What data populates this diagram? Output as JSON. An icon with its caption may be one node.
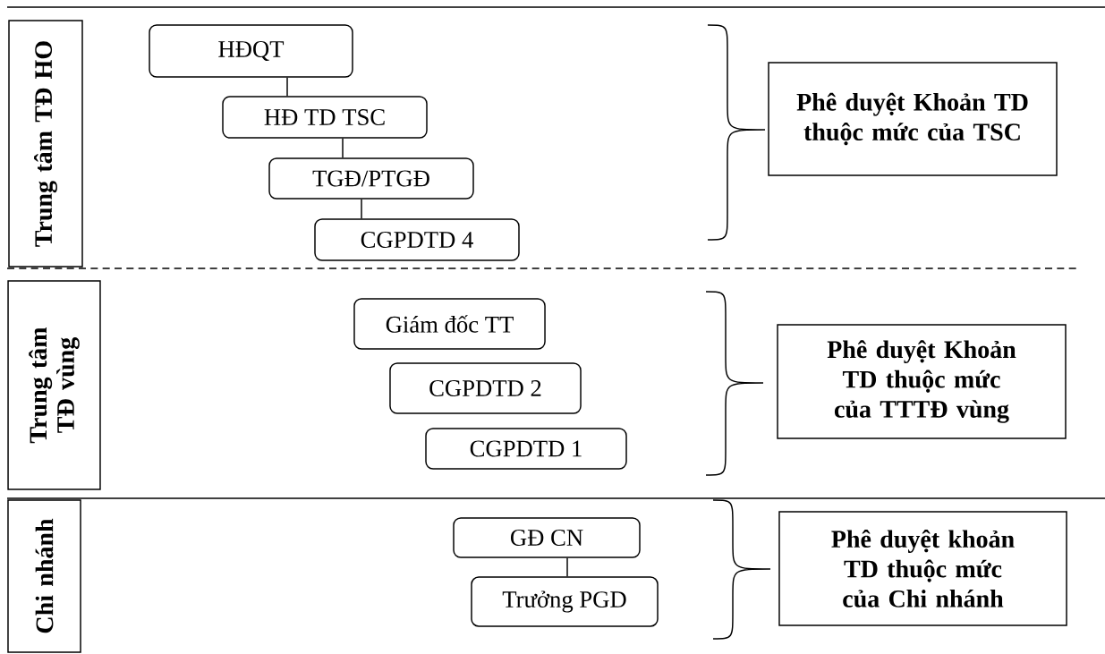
{
  "diagram": {
    "nodes": [
      {
        "text": [
          "Trung tâm TĐ HO"
        ]
      },
      {
        "text": [
          "HĐQT"
        ]
      },
      {
        "text": [
          "HĐ TD TSC"
        ]
      },
      {
        "text": [
          "TGĐ/PTGĐ"
        ]
      },
      {
        "text": [
          "CGPDTD 4"
        ]
      },
      {
        "text": [
          "Phê duyệt Khoản TD thuộc mức của TSC"
        ]
      },
      {
        "text": [
          "Trung tâm TĐ vùng"
        ]
      },
      {
        "text": [
          "Giám đốc TT"
        ]
      },
      {
        "text": [
          "CGPDTD 2"
        ]
      },
      {
        "text": [
          "CGPDTD 1"
        ]
      },
      {
        "text": [
          "Phê duyệt Khoản TD thuộc mức của TTTĐ vùng"
        ]
      },
      {
        "text": [
          "Chi nhánh"
        ]
      },
      {
        "text": [
          "GĐ CN"
        ]
      },
      {
        "text": [
          "Trưởng PGD"
        ]
      },
      {
        "text": [
          "Phê duyệt khoản TD thuộc mức của Chi nhánh"
        ]
      }
    ],
    "edges": [
      {
        "from": 1,
        "to": 2,
        "arrow": "none"
      },
      {
        "from": 2,
        "to": 3,
        "arrow": "none"
      },
      {
        "from": 3,
        "to": 4,
        "arrow": "none"
      },
      {
        "from": 12,
        "to": 13,
        "arrow": "none"
      }
    ]
  }
}
